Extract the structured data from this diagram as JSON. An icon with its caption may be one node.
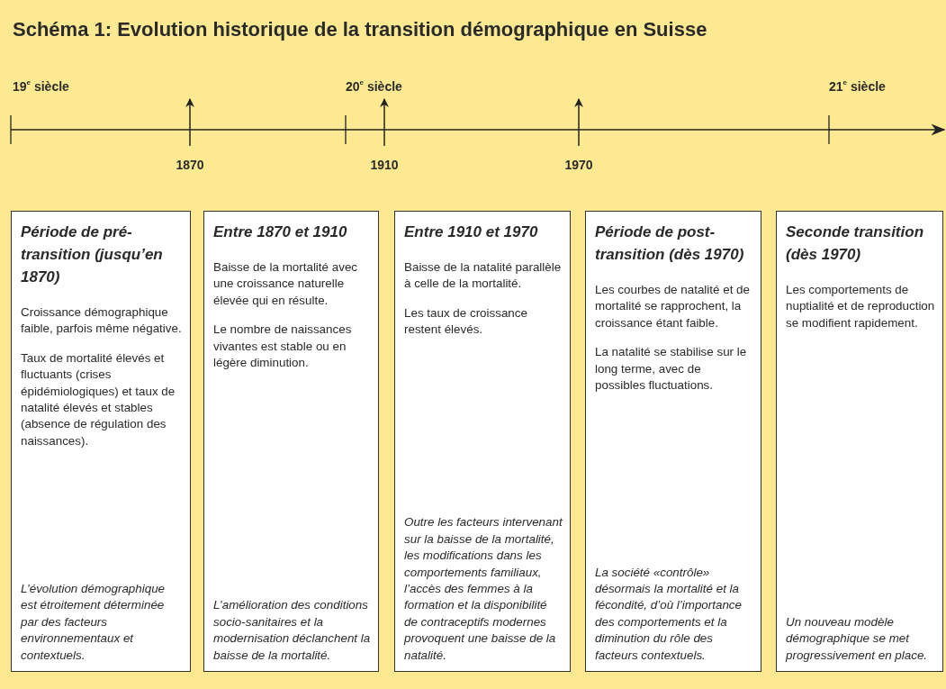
{
  "diagram": {
    "title": "Schéma 1: Evolution historique de la transition démographique en Suisse",
    "nodes": [
      {
        "text": [
          "Période de pré-transition (jusqu’en 1870)",
          "Croissance démographique faible, parfois même négative.",
          "Taux de mortalité élevés et fluctuants (crises épidémiologiques) et taux de natalité élevés et stables (absence de régulation des naissances).",
          "L’évolution démographique est étroitement déterminée par des facteurs environnementaux et contextuels."
        ]
      },
      {
        "text": [
          "Entre 1870 et 1910",
          "Baisse de la mortalité avec une croissance naturelle élevée qui en résulte.",
          "Le nombre de naissances vivantes est stable ou en légère diminution.",
          "L’amélioration des conditions socio-sanitaires et la modernisation déclanchent la baisse de la mortalité."
        ]
      },
      {
        "text": [
          "Entre 1910 et 1970",
          "Baisse de la natalité parallèle à celle de la mortalité.",
          "Les taux de croissance restent élevés.",
          "Outre les facteurs intervenant sur la baisse de la mortalité, les modifications dans les comportements familiaux, l’accès des femmes à la formation et la disponibilité de contraceptifs modernes provoquent une baisse de la natalité."
        ]
      },
      {
        "text": [
          "Période de post-transition (dès 1970)",
          "Les courbes de natalité et de mortalité se rapprochent, la croissance étant faible.",
          "La natalité se stabilise sur le long terme, avec de possibles fluctuations.",
          "La société «contrôle» désormais la mortalité et la fécondité, d’où l’importance des comportements et la diminution du rôle des facteurs contextuels."
        ]
      },
      {
        "text": [
          "Seconde transition (dès 1970)",
          "Les comportements de nuptialité et de reproduction se modifient rapidement.",
          "Un nouveau modèle démographique se met progressivement en place."
        ]
      }
    ],
    "labels": [
      "19$^{e}$ siècle",
      "20$^{e}$ siècle",
      "21$^{e}$ siècle",
      "1870",
      "1910",
      "1970"
    ]
  }
}
